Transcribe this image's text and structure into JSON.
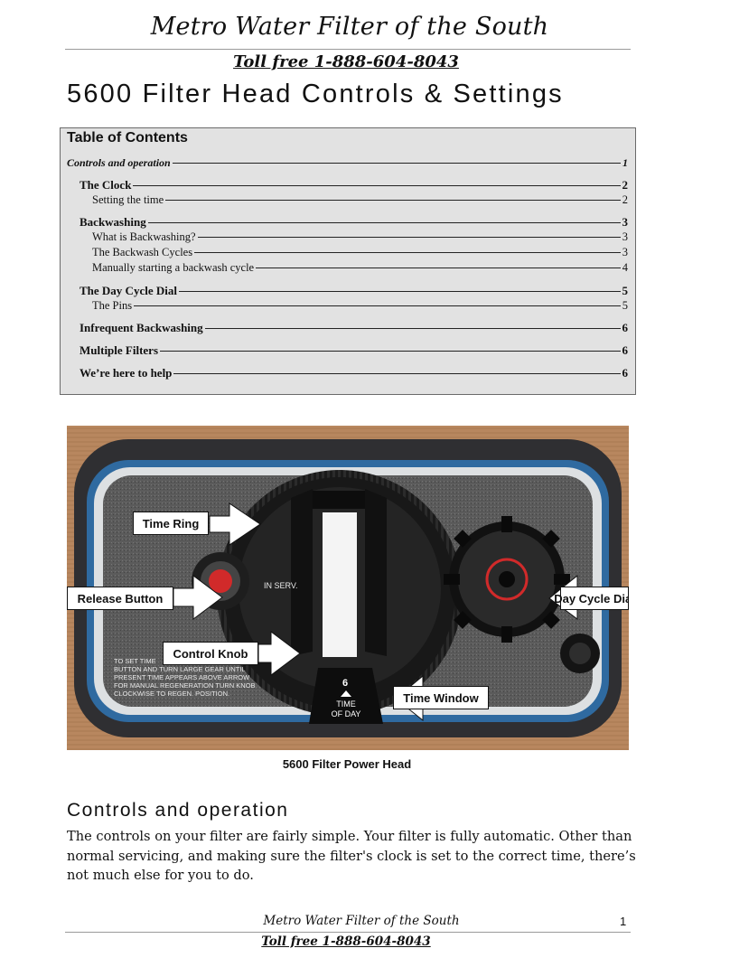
{
  "header": {
    "company": "Metro Water Filter of the South",
    "phone": "Toll free 1-888-604-8043"
  },
  "title": "5600 Filter Head Controls & Settings",
  "toc": {
    "heading": "Table of Contents",
    "entries": [
      {
        "label": "Controls and operation",
        "page": "1"
      },
      {
        "label": "The Clock",
        "page": "2"
      },
      {
        "label": "Setting the time",
        "page": "2"
      },
      {
        "label": "Backwashing",
        "page": "3"
      },
      {
        "label": "What is Backwashing?",
        "page": "3"
      },
      {
        "label": "The Backwash Cycles",
        "page": "3"
      },
      {
        "label": "Manually starting a backwash cycle",
        "page": "4"
      },
      {
        "label": "The Day Cycle Dial",
        "page": "5"
      },
      {
        "label": "The Pins",
        "page": "5"
      },
      {
        "label": "Infrequent Backwashing",
        "page": "6"
      },
      {
        "label": "Multiple Filters",
        "page": "6"
      },
      {
        "label": "We’re here to help",
        "page": "6"
      }
    ]
  },
  "photo": {
    "callouts": {
      "time_ring": "Time Ring",
      "release_button": "Release Button",
      "control_knob": "Control Knob",
      "time_window": "Time Window",
      "day_cycle_dial": "Day Cycle Dial"
    },
    "device_text": {
      "in_serv": "IN SERV.",
      "hour": "6",
      "time_of_day_1": "TIME",
      "time_of_day_2": "OF DAY",
      "instructions": [
        "TO SET TIME",
        "BUTTON AND TURN LARGE GEAR UNTIL",
        "PRESENT TIME APPEARS ABOVE ARROW",
        "FOR MANUAL REGENERATION TURN KNOB",
        "CLOCKWISE TO REGEN. POSITION."
      ]
    },
    "caption": "5600 Filter Power Head"
  },
  "section": {
    "heading": "Controls and operation",
    "body": "The controls on your filter are fairly simple. Your filter is fully automatic. Other than normal servicing, and making sure the filter's clock is set to the correct time, there’s not much else for you to do."
  },
  "footer": {
    "company": "Metro Water Filter of the South",
    "phone": "Toll free 1-888-604-8043",
    "page_number": "1"
  }
}
